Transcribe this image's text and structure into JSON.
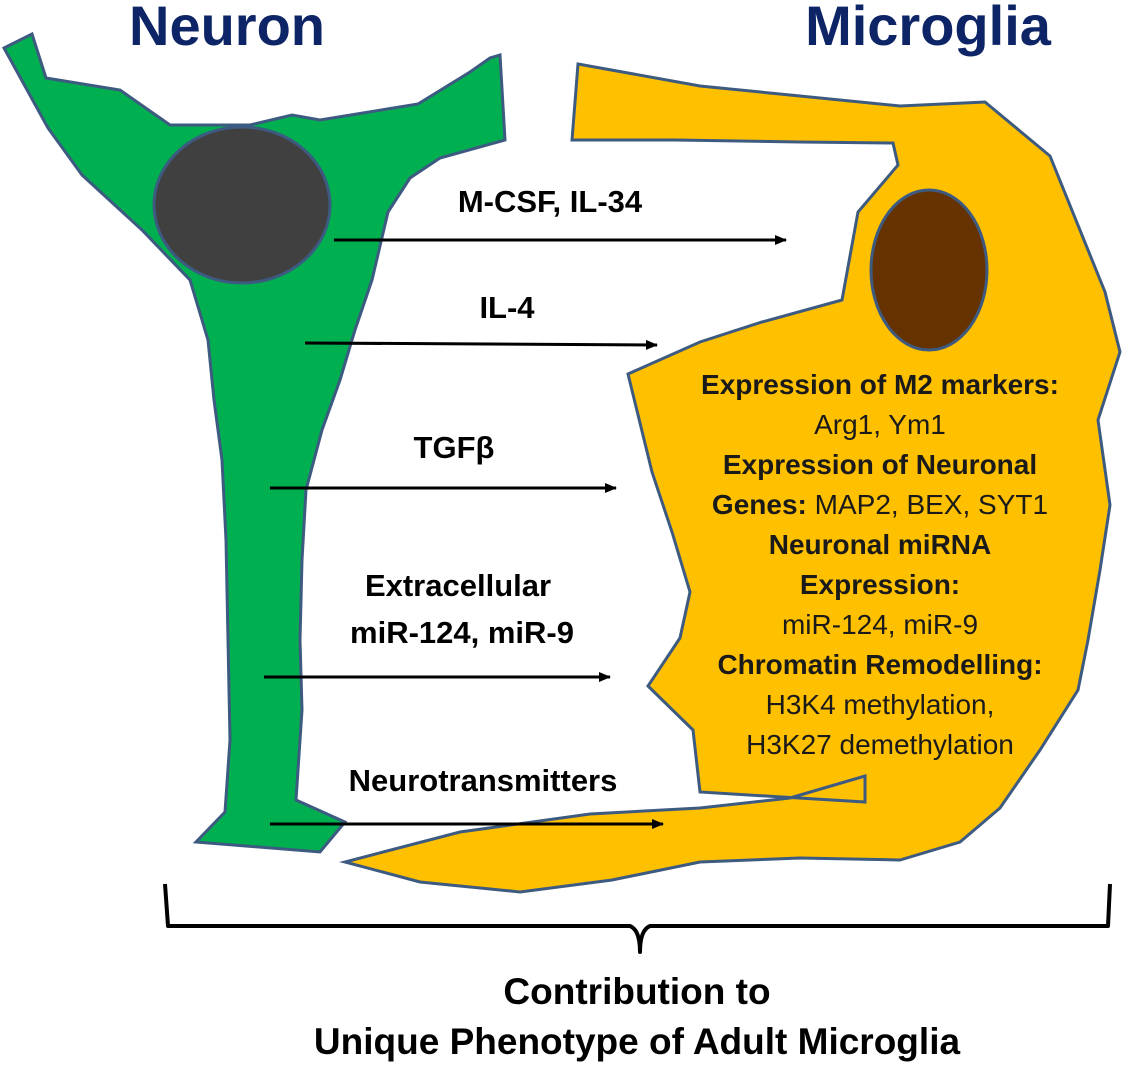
{
  "titles": {
    "neuron": "Neuron",
    "microglia": "Microglia"
  },
  "signals": {
    "mcsf": "M-CSF, IL-34",
    "il4": "IL-4",
    "tgfb": "TGFβ",
    "extracellular_line1": "Extracellular",
    "extracellular_line2": "miR-124, miR-9",
    "neurotransmitters": "Neurotransmitters"
  },
  "microglia_features": {
    "m2_heading": "Expression of M2 markers:",
    "m2_values": "Arg1, Ym1",
    "neuronal_genes_heading_line1": "Expression of Neuronal",
    "neuronal_genes_heading_line2": "Genes:",
    "neuronal_genes_values": " MAP2, BEX, SYT1",
    "mirna_heading_line1": "Neuronal miRNA",
    "mirna_heading_line2": "Expression:",
    "mirna_values": "miR-124, miR-9",
    "chromatin_heading": "Chromatin Remodelling:",
    "chromatin_values_line1": "H3K4 methylation,",
    "chromatin_values_line2": "H3K27 demethylation"
  },
  "caption": {
    "line1": "Contribution to",
    "line2": "Unique Phenotype of Adult Microglia"
  },
  "colors": {
    "neuron_fill": "#00b050",
    "neuron_nucleus": "#404040",
    "microglia_fill": "#ffc000",
    "microglia_nucleus": "#663300",
    "outline": "#3d5a80",
    "title_color": "#0d2566"
  }
}
